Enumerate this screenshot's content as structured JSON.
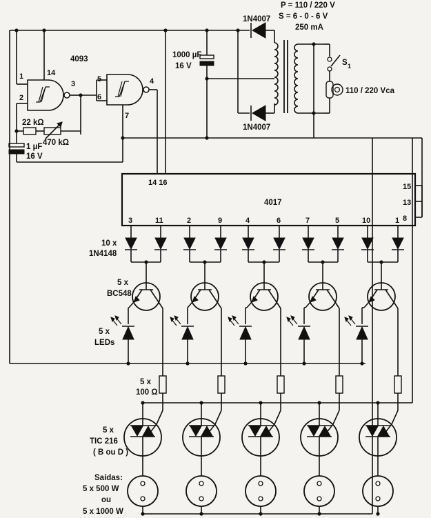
{
  "labels": {
    "supply_p": "P = 110 / 220 V",
    "supply_s": "S = 6 - 0 - 6 V",
    "supply_i": "250 mA",
    "diode_top": "1N4007",
    "diode_bottom": "1N4007",
    "cap_main_value": "1000 µF",
    "cap_main_voltage": "16 V",
    "switch": "S",
    "switch_sub": "1",
    "mains": "110 / 220 Vca",
    "ic_gate": "4093",
    "res_22k": "22 kΩ",
    "pot_470k": "470 kΩ",
    "cap_1u_value": "1 µF",
    "cap_1u_voltage": "16 V",
    "ic_counter": "4017",
    "diodes_count": "10 x",
    "diodes_part": "1N4148",
    "transistor_count": "5 x",
    "transistor_part": "BC548",
    "led_count": "5 x",
    "led_part": "LEDs",
    "res_count": "5 x",
    "res_value": "100 Ω",
    "triac_count": "5 x",
    "triac_part": "TIC 216",
    "triac_variant": "( B ou D )",
    "outputs_title": "Saídas:",
    "outputs_500": "5 x 500 W",
    "outputs_or": "ou",
    "outputs_1000": "5 x 1000 W"
  },
  "pins": {
    "g1_in1": "1",
    "g1_in2": "2",
    "g1_out": "3",
    "g1_vdd": "14",
    "g2_in1": "5",
    "g2_in2": "6",
    "g2_out": "4",
    "g2_gnd": "7",
    "c4017_top": "14 16",
    "c4017_right": [
      "15",
      "13",
      "8"
    ],
    "c4017_outputs": [
      "3",
      "11",
      "2",
      "9",
      "4",
      "6",
      "7",
      "5",
      "10",
      "1"
    ]
  }
}
